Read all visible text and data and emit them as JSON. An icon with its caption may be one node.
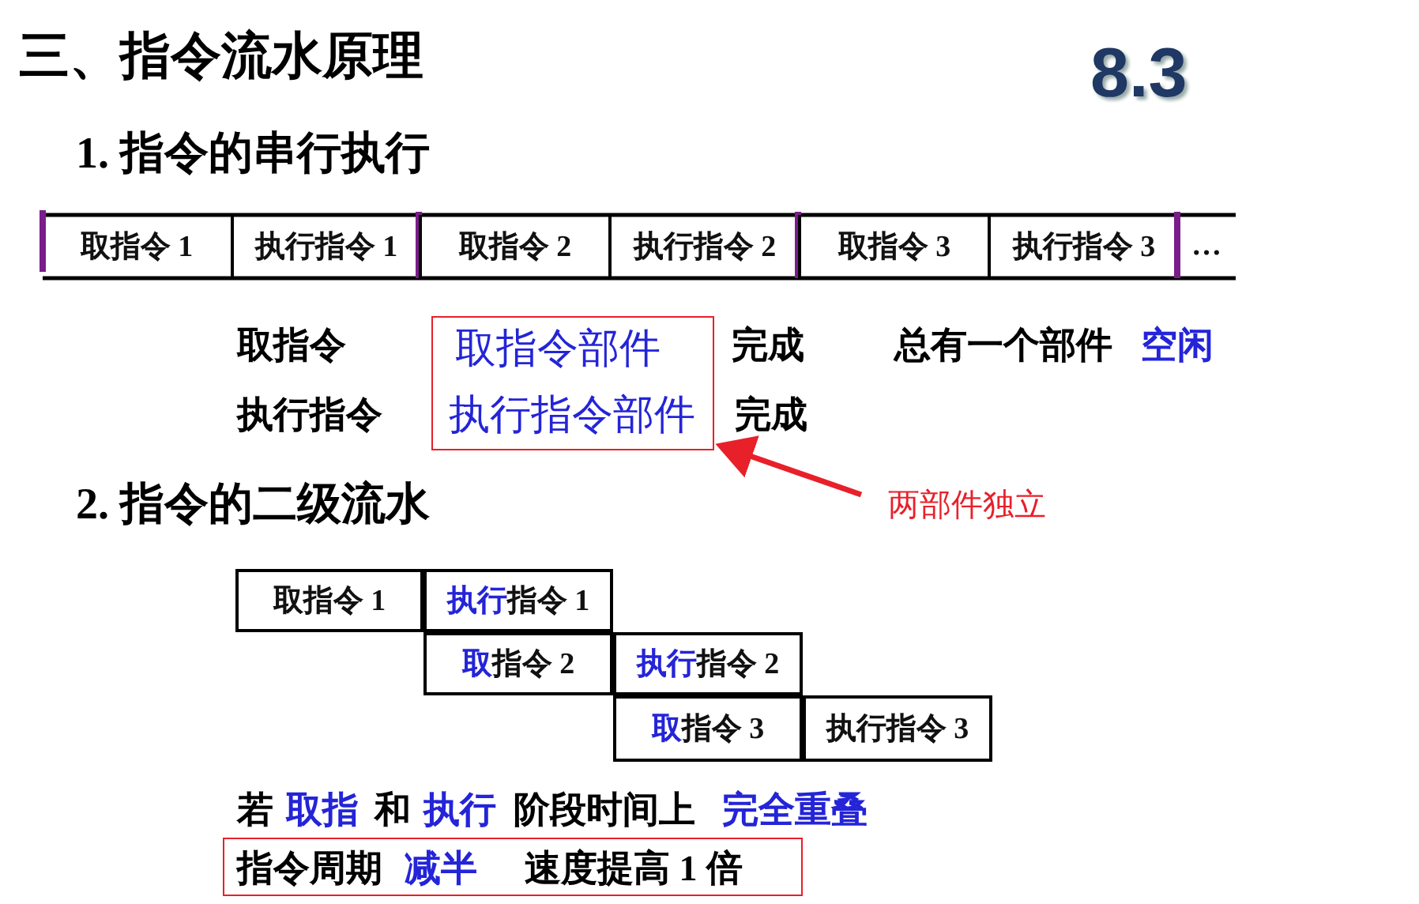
{
  "diagram": {
    "title": "三、指令流水原理",
    "nodes": [
      {
        "text": [
          "取指令 1"
        ]
      },
      {
        "text": [
          "执行指令 1"
        ]
      },
      {
        "text": [
          "取指令 2"
        ]
      },
      {
        "text": [
          "执行指令 2"
        ]
      },
      {
        "text": [
          "取指令 3"
        ]
      },
      {
        "text": [
          "执行指令 3"
        ]
      },
      {
        "text": [
          "…"
        ]
      },
      {
        "text": [
          "取指令部件",
          "执行指令部件"
        ]
      },
      {
        "text": [
          "两部件独立"
        ]
      },
      {
        "text": [
          "取指令 1"
        ]
      },
      {
        "text": [
          "执行指令 1"
        ]
      },
      {
        "text": [
          "取指令 2"
        ]
      },
      {
        "text": [
          "执行指令 2"
        ]
      },
      {
        "text": [
          "取指令 3"
        ]
      },
      {
        "text": [
          "执行指令 3"
        ]
      },
      {
        "text": [
          "指令周期",
          "减半",
          "速度提高 1 倍"
        ]
      }
    ],
    "edges": [
      {
        "from": 8,
        "to": 7,
        "arrow": "to",
        "color": "#e8202a"
      }
    ],
    "labels": [
      "8.3",
      "1. 指令的串行执行",
      "取指令",
      "完成",
      "总有一个部件",
      "空闲",
      "执行指令",
      "完成",
      "2. 指令的二级流水",
      "若",
      "取指",
      "和",
      "执行",
      "阶段时间上",
      "完全重叠"
    ]
  }
}
